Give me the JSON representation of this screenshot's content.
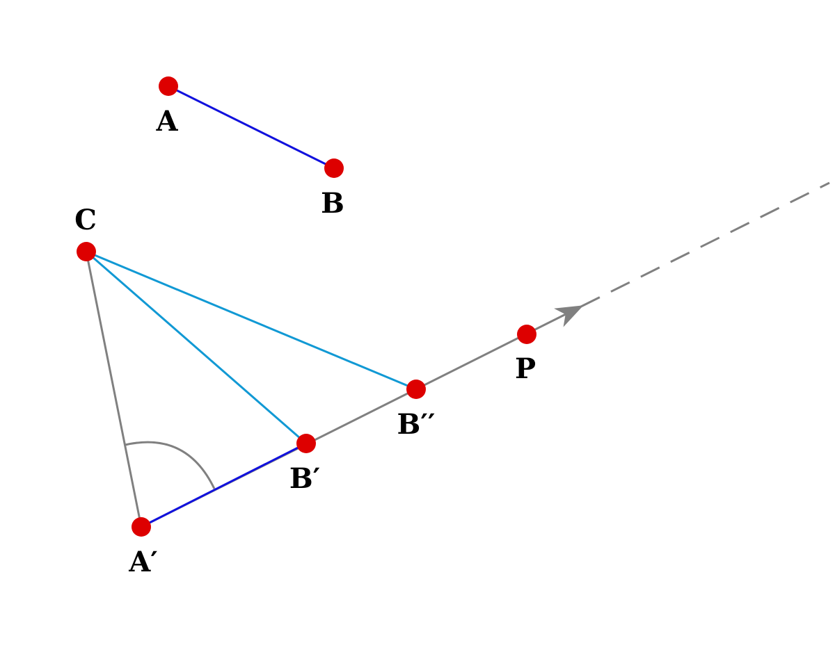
{
  "colors": {
    "point": "#dd0000",
    "segment_ab": "#1111dd",
    "segment_cyan": "#1199d4",
    "construction": "#808080",
    "label": "#000000"
  },
  "points": {
    "A": {
      "label": "A"
    },
    "B": {
      "label": "B"
    },
    "C": {
      "label": "C"
    },
    "P": {
      "label": "P"
    },
    "A_prime": {
      "label": "A′"
    },
    "B_prime": {
      "label": "B′"
    },
    "B_double_prime": {
      "label": "B′′"
    }
  }
}
